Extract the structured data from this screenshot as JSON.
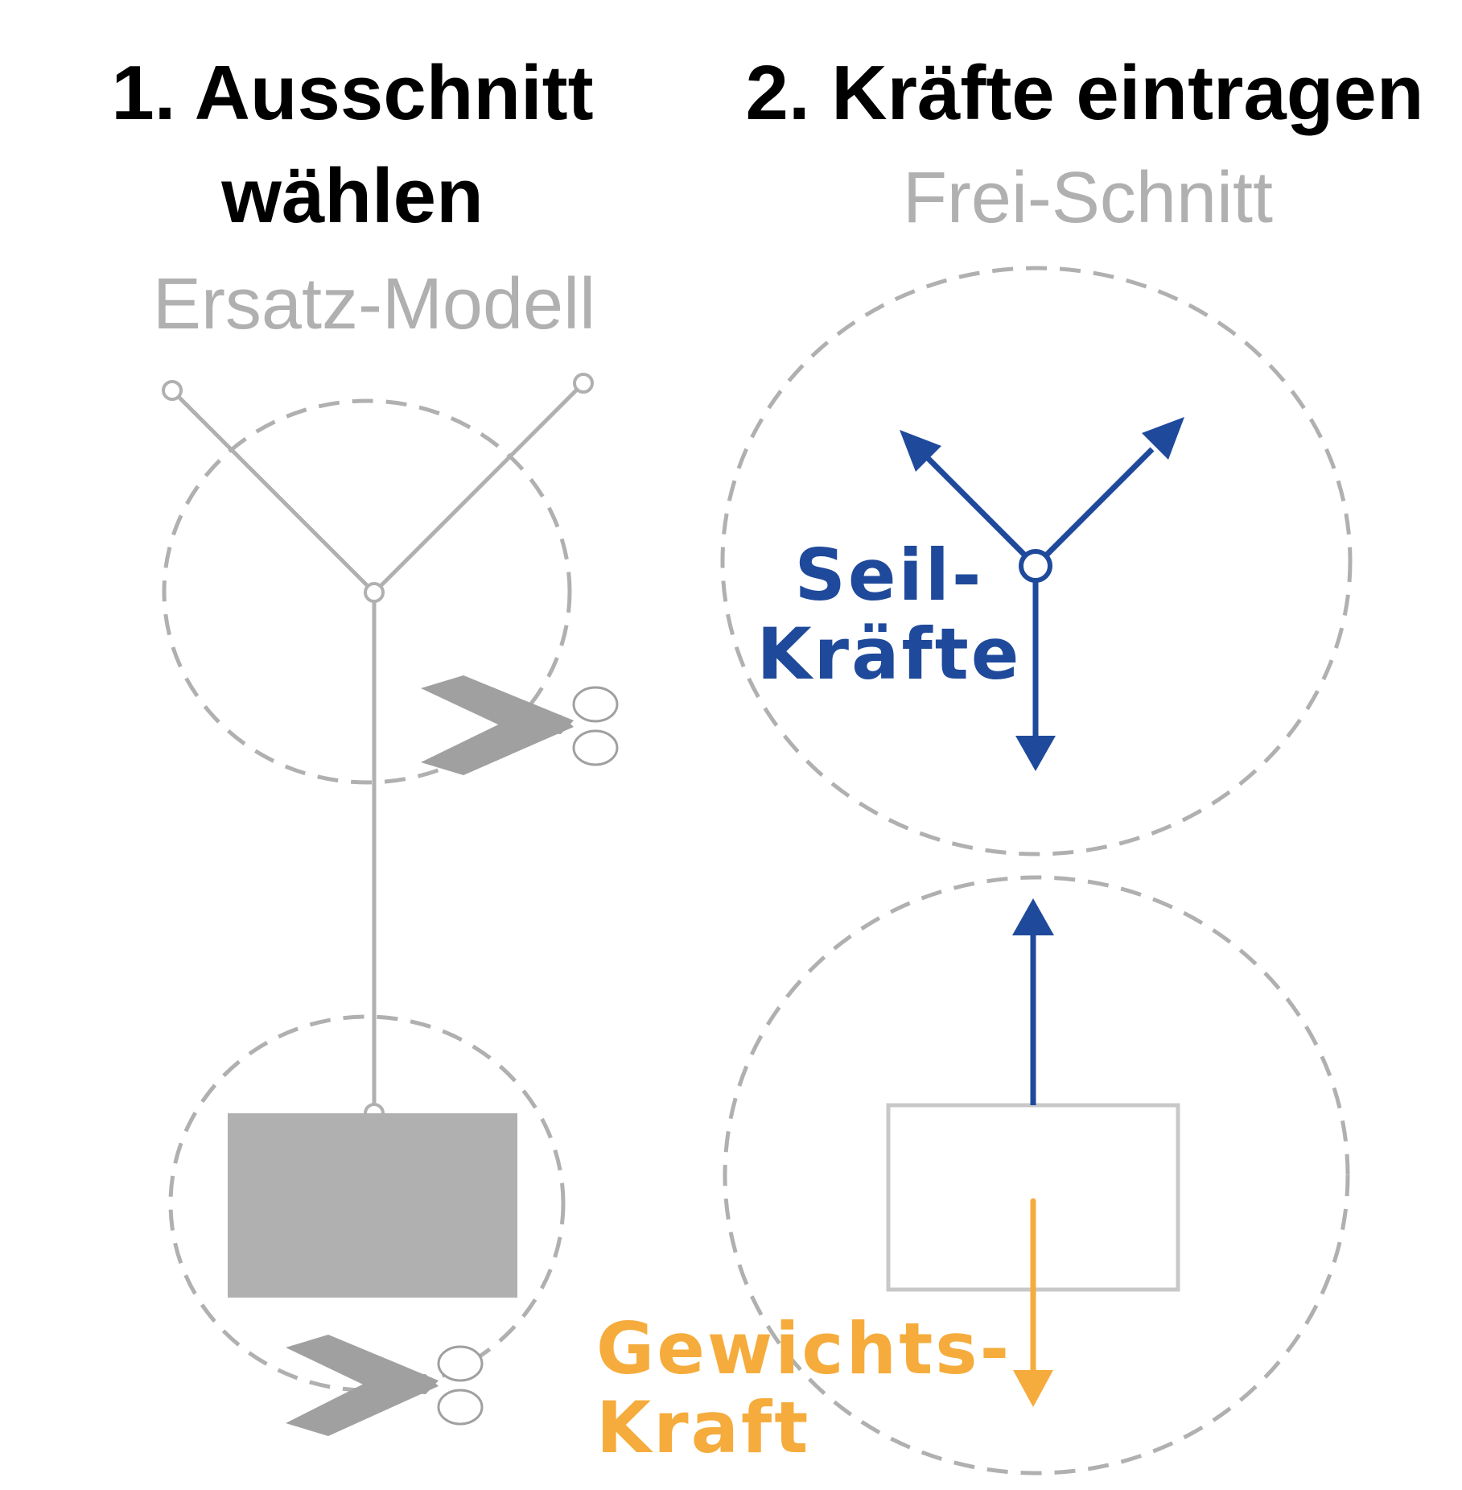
{
  "steps": [
    {
      "title_line1": "1. Ausschnitt",
      "title_line2": "wählen",
      "subtitle": "Ersatz-Modell"
    },
    {
      "title_line1": "2. Kräfte eintragen",
      "subtitle": "Frei-Schnitt"
    }
  ],
  "labels": {
    "rope_forces_line1": "Seil-",
    "rope_forces_line2": "Kräfte",
    "weight_force_line1": "Gewichts-",
    "weight_force_line2": "Kraft"
  },
  "colors": {
    "title": "#000000",
    "subtitle": "#b0b0b0",
    "structure": "#b0b0b0",
    "cut_circle": "#b0b0b0",
    "scissors": "#a0a0a0",
    "rope_force": "#1f4a9b",
    "weight_force": "#f5ac3c",
    "block_fill": "#b0b0b0",
    "free_block_stroke": "#c8c8c8"
  }
}
